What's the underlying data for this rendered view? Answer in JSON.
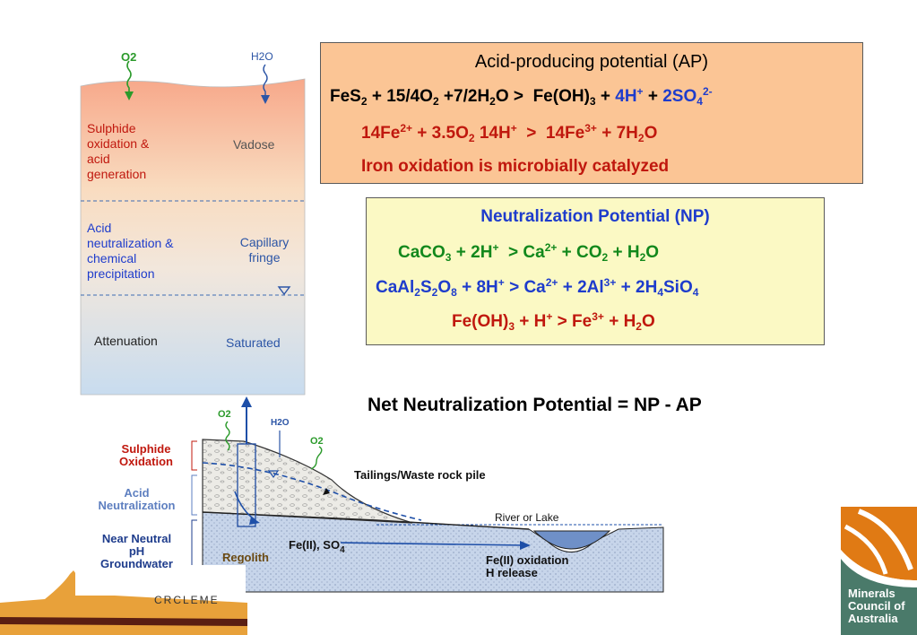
{
  "profile": {
    "o2_label": "O2",
    "h2o_label": "H2O",
    "zone1_label": "Sulphide oxidation & acid generation",
    "zone1_lines": [
      "Sulphide",
      "oxidation &",
      "acid",
      "generation"
    ],
    "zone1_name": "Vadose",
    "zone2_lines": [
      "Acid",
      "neutralization &",
      "chemical",
      "precipitation"
    ],
    "zone2_name_lines": [
      "Capillary",
      "fringe"
    ],
    "zone3_label": "Attenuation",
    "zone3_name": "Saturated"
  },
  "ap_box": {
    "title": "Acid-producing potential (AP)",
    "eq1": "FeS2 + 15/4O2 +7/2H2O > Fe(OH)3 + 4H+ + 2SO42-",
    "eq2": "14Fe2+ + 3.5O2 14H+ > 14Fe3+ + 7H2O",
    "note": "Iron oxidation is microbially catalyzed"
  },
  "np_box": {
    "title": "Neutralization Potential (NP)",
    "eq1": "CaCO3 + 2H+ > Ca2+ + CO2 + H2O",
    "eq2": "CaAl2S2O8 + 8H+ > Ca2+ + 2Al3+ + 2H4SiO4",
    "eq3": "Fe(OH)3 + H+ > Fe3+ + H2O"
  },
  "net": "Net Neutralization Potential = NP - AP",
  "cross_section": {
    "label_sulphide": [
      "Sulphide",
      "Oxidation"
    ],
    "label_acid": [
      "Acid",
      "Neutralization"
    ],
    "label_gw": [
      "Near Neutral",
      "pH",
      "Groundwater"
    ],
    "o2_label": "O2",
    "h2o_label": "H2O",
    "o2_label_2": "O2",
    "pile_label": "Tailings/Waste rock pile",
    "river_label": "River or Lake",
    "regolith_label": "Regolith",
    "fe_label": "Fe(II), SO4",
    "fe_oxid_label": [
      "Fe(II) oxidation",
      "H release"
    ]
  },
  "logos": {
    "crcleme": "CRCLEME",
    "mca_lines": [
      "Minerals",
      "Council of",
      "Australia"
    ]
  },
  "colors": {
    "ap_bg": "#fbc595",
    "np_bg": "#fbf9c4",
    "blue_text": "#1e3ccc",
    "red_text": "#c0180e",
    "green_text": "#12881c",
    "orange_logo": "#e07a14"
  }
}
